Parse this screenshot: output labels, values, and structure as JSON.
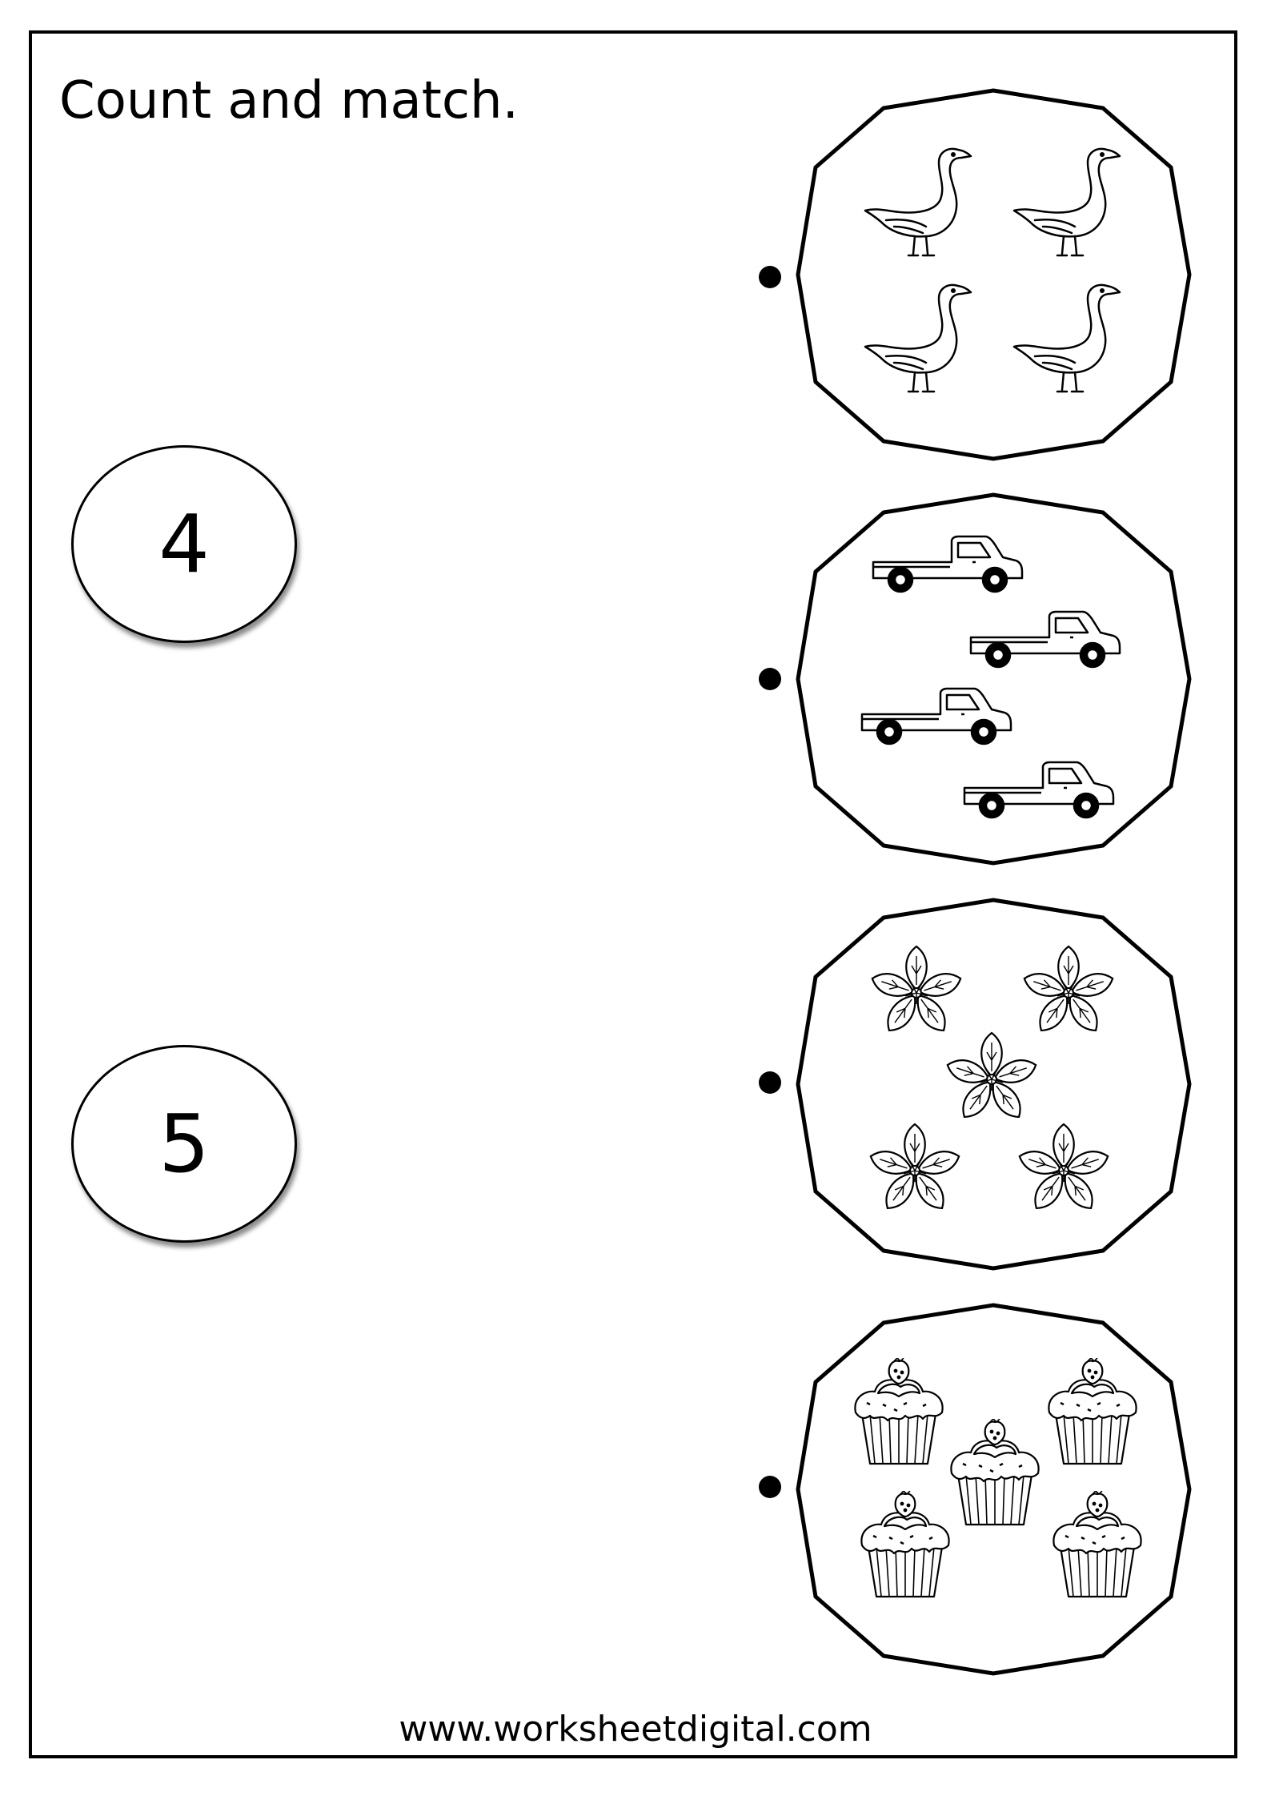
{
  "worksheet": {
    "title": "Count and match.",
    "footer": "www.worksheetdigital.com"
  },
  "numbers": [
    {
      "label": "4"
    },
    {
      "label": "5"
    }
  ],
  "picture_groups": [
    {
      "item": "goose",
      "count": 4,
      "icon": "goose-icon"
    },
    {
      "item": "pickup-truck",
      "count": 4,
      "icon": "truck-icon"
    },
    {
      "item": "flower",
      "count": 5,
      "icon": "flower-icon"
    },
    {
      "item": "cupcake",
      "count": 5,
      "icon": "cupcake-icon"
    }
  ],
  "colors": {
    "ink": "#000000",
    "paper": "#ffffff"
  }
}
